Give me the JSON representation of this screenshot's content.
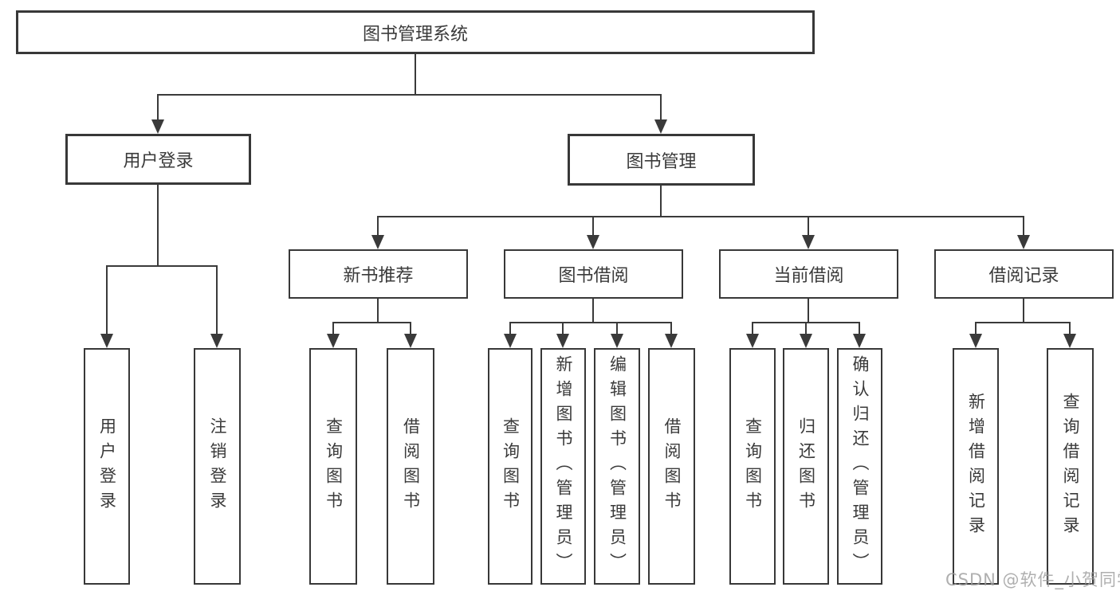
{
  "diagram": {
    "tree": {
      "root": "图书管理系统",
      "children": [
        {
          "label": "用户登录",
          "children": [
            "用户登录",
            "注销登录"
          ]
        },
        {
          "label": "图书管理",
          "children": [
            {
              "label": "新书推荐",
              "children": [
                "查询图书",
                "借阅图书"
              ]
            },
            {
              "label": "图书借阅",
              "children": [
                "查询图书",
                "新增图书（管理员）",
                "编辑图书（管理员）",
                "借阅图书"
              ]
            },
            {
              "label": "当前借阅",
              "children": [
                "查询图书",
                "归还图书",
                "确认归还（管理员）"
              ]
            },
            {
              "label": "借阅记录",
              "children": [
                "新增借阅记录",
                "查询借阅记录"
              ]
            }
          ]
        }
      ]
    },
    "colors": {
      "line": "#3a3a3a",
      "text": "#3a3a3a",
      "watermark_gray": "#9e9e9e",
      "background": "#ffffff"
    },
    "watermark": {
      "text": "CSDN @软件_小贺同学"
    }
  }
}
